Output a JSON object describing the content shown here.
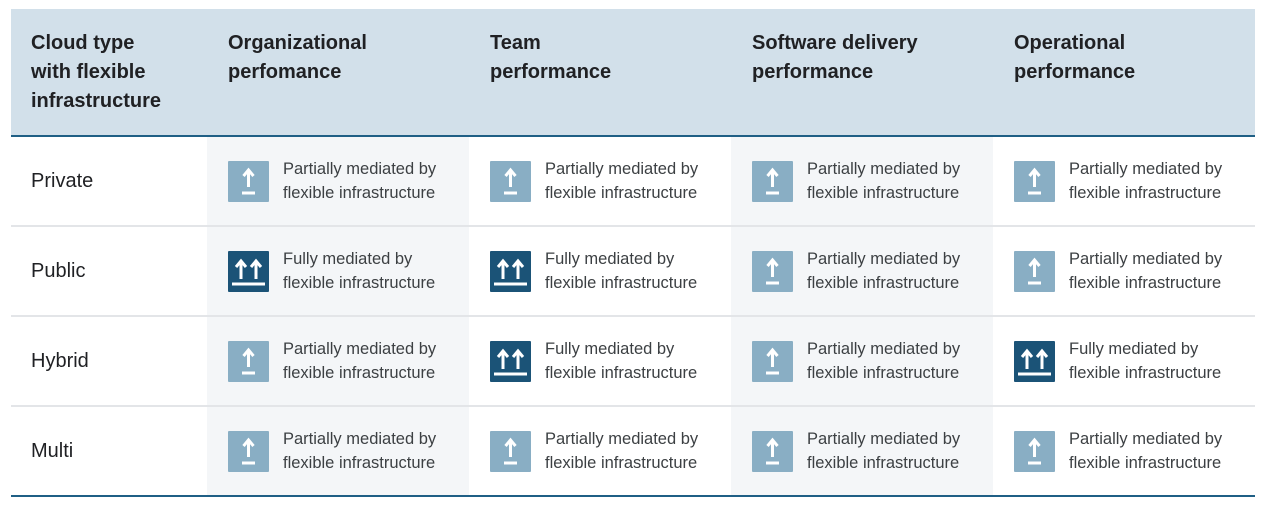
{
  "header": {
    "col0": "Cloud type\nwith flexible\ninfrastructure",
    "col1": "Organizational\nperfomance",
    "col2": "Team\nperformance",
    "col3": "Software delivery\nperformance",
    "col4": "Operational\nperformance"
  },
  "legend_icons": {
    "partial": "single-up-arrow-icon",
    "full": "double-up-arrow-icon"
  },
  "colors": {
    "header_bg": "#d2e0ea",
    "rule": "#1f5f85",
    "partial_icon": "#89aec4",
    "full_icon": "#1b5377"
  },
  "rows": [
    {
      "label": "Private",
      "cells": [
        {
          "level": "partial",
          "text": "Partially mediated by\nflexible infrastructure"
        },
        {
          "level": "partial",
          "text": "Partially mediated by\nflexible infrastructure"
        },
        {
          "level": "partial",
          "text": "Partially mediated by\nflexible infrastructure"
        },
        {
          "level": "partial",
          "text": "Partially mediated by\nflexible infrastructure"
        }
      ]
    },
    {
      "label": "Public",
      "cells": [
        {
          "level": "full",
          "text": "Fully mediated by\nflexible infrastructure"
        },
        {
          "level": "full",
          "text": "Fully mediated by\nflexible infrastructure"
        },
        {
          "level": "partial",
          "text": "Partially mediated by\nflexible infrastructure"
        },
        {
          "level": "partial",
          "text": "Partially mediated by\nflexible infrastructure"
        }
      ]
    },
    {
      "label": "Hybrid",
      "cells": [
        {
          "level": "partial",
          "text": "Partially mediated by\nflexible infrastructure"
        },
        {
          "level": "full",
          "text": "Fully mediated by\nflexible infrastructure"
        },
        {
          "level": "partial",
          "text": "Partially mediated by\nflexible infrastructure"
        },
        {
          "level": "full",
          "text": "Fully mediated by\nflexible infrastructure"
        }
      ]
    },
    {
      "label": "Multi",
      "cells": [
        {
          "level": "partial",
          "text": "Partially mediated by\nflexible infrastructure"
        },
        {
          "level": "partial",
          "text": "Partially mediated by\nflexible infrastructure"
        },
        {
          "level": "partial",
          "text": "Partially mediated by\nflexible infrastructure"
        },
        {
          "level": "partial",
          "text": "Partially mediated by\nflexible infrastructure"
        }
      ]
    }
  ]
}
